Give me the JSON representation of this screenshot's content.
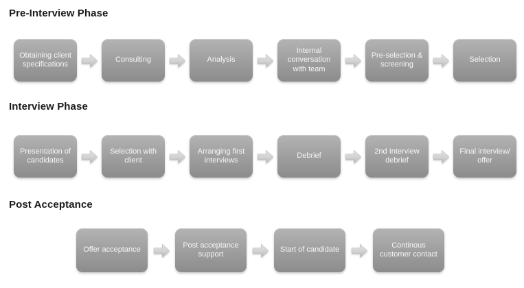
{
  "diagram": {
    "phases": [
      {
        "title": "Pre-Interview Phase",
        "steps": [
          "Obtaining client specifications",
          "Consulting",
          "Analysis",
          "Internal conversation with team",
          "Pre-selection & screening",
          "Selection"
        ]
      },
      {
        "title": "Interview Phase",
        "steps": [
          "Presentation of candidates",
          "Selection with client",
          "Arranging first interviews",
          "Debrief",
          "2nd Interview debrief",
          "Final interview/ offer"
        ]
      },
      {
        "title": "Post Acceptance",
        "steps": [
          "Offer acceptance",
          "Post acceptance support",
          "Start of candidate",
          "Continous customer contact"
        ]
      }
    ],
    "colors": {
      "background": "#ffffff",
      "heading_text": "#1b1b1b",
      "box_gradient_top": "#b3b3b3",
      "box_gradient_bottom": "#8c8c8c",
      "box_text": "#f6f6f6",
      "arrow_light": "#e0e0e0",
      "arrow_dark": "#bdbdbd"
    },
    "icons": {
      "connector": "arrow-right-icon"
    }
  }
}
